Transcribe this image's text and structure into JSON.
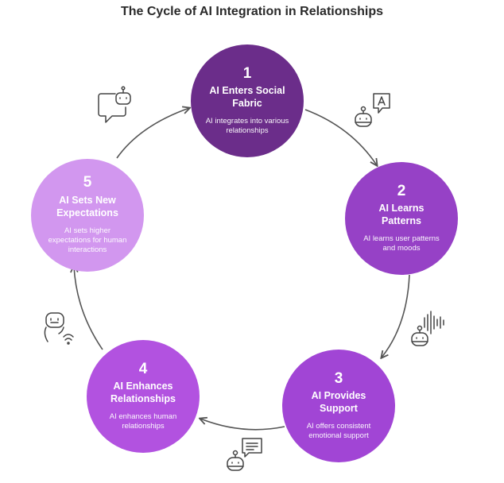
{
  "title": "The Cycle of AI Integration in Relationships",
  "steps": [
    {
      "num": "1",
      "title": "AI Enters Social Fabric",
      "desc": "AI integrates into various relationships",
      "color": "#6b2d8a",
      "icon": "robot-translate-icon"
    },
    {
      "num": "2",
      "title": "AI Learns Patterns",
      "desc": "AI learns user patterns and moods",
      "color": "#9641c6",
      "icon": "robot-soundwave-icon"
    },
    {
      "num": "3",
      "title": "AI Provides Support",
      "desc": "AI offers consistent emotional support",
      "color": "#a145d5",
      "icon": "robot-message-icon"
    },
    {
      "num": "4",
      "title": "AI Enhances Relationships",
      "desc": "AI enhances human relationships",
      "color": "#b252e0",
      "icon": "robot-wifi-icon"
    },
    {
      "num": "5",
      "title": "AI Sets New Expectations",
      "desc": "AI sets higher expectations for human interactions",
      "color": "#d297ef",
      "icon": "robot-chat-bubble-icon"
    }
  ]
}
